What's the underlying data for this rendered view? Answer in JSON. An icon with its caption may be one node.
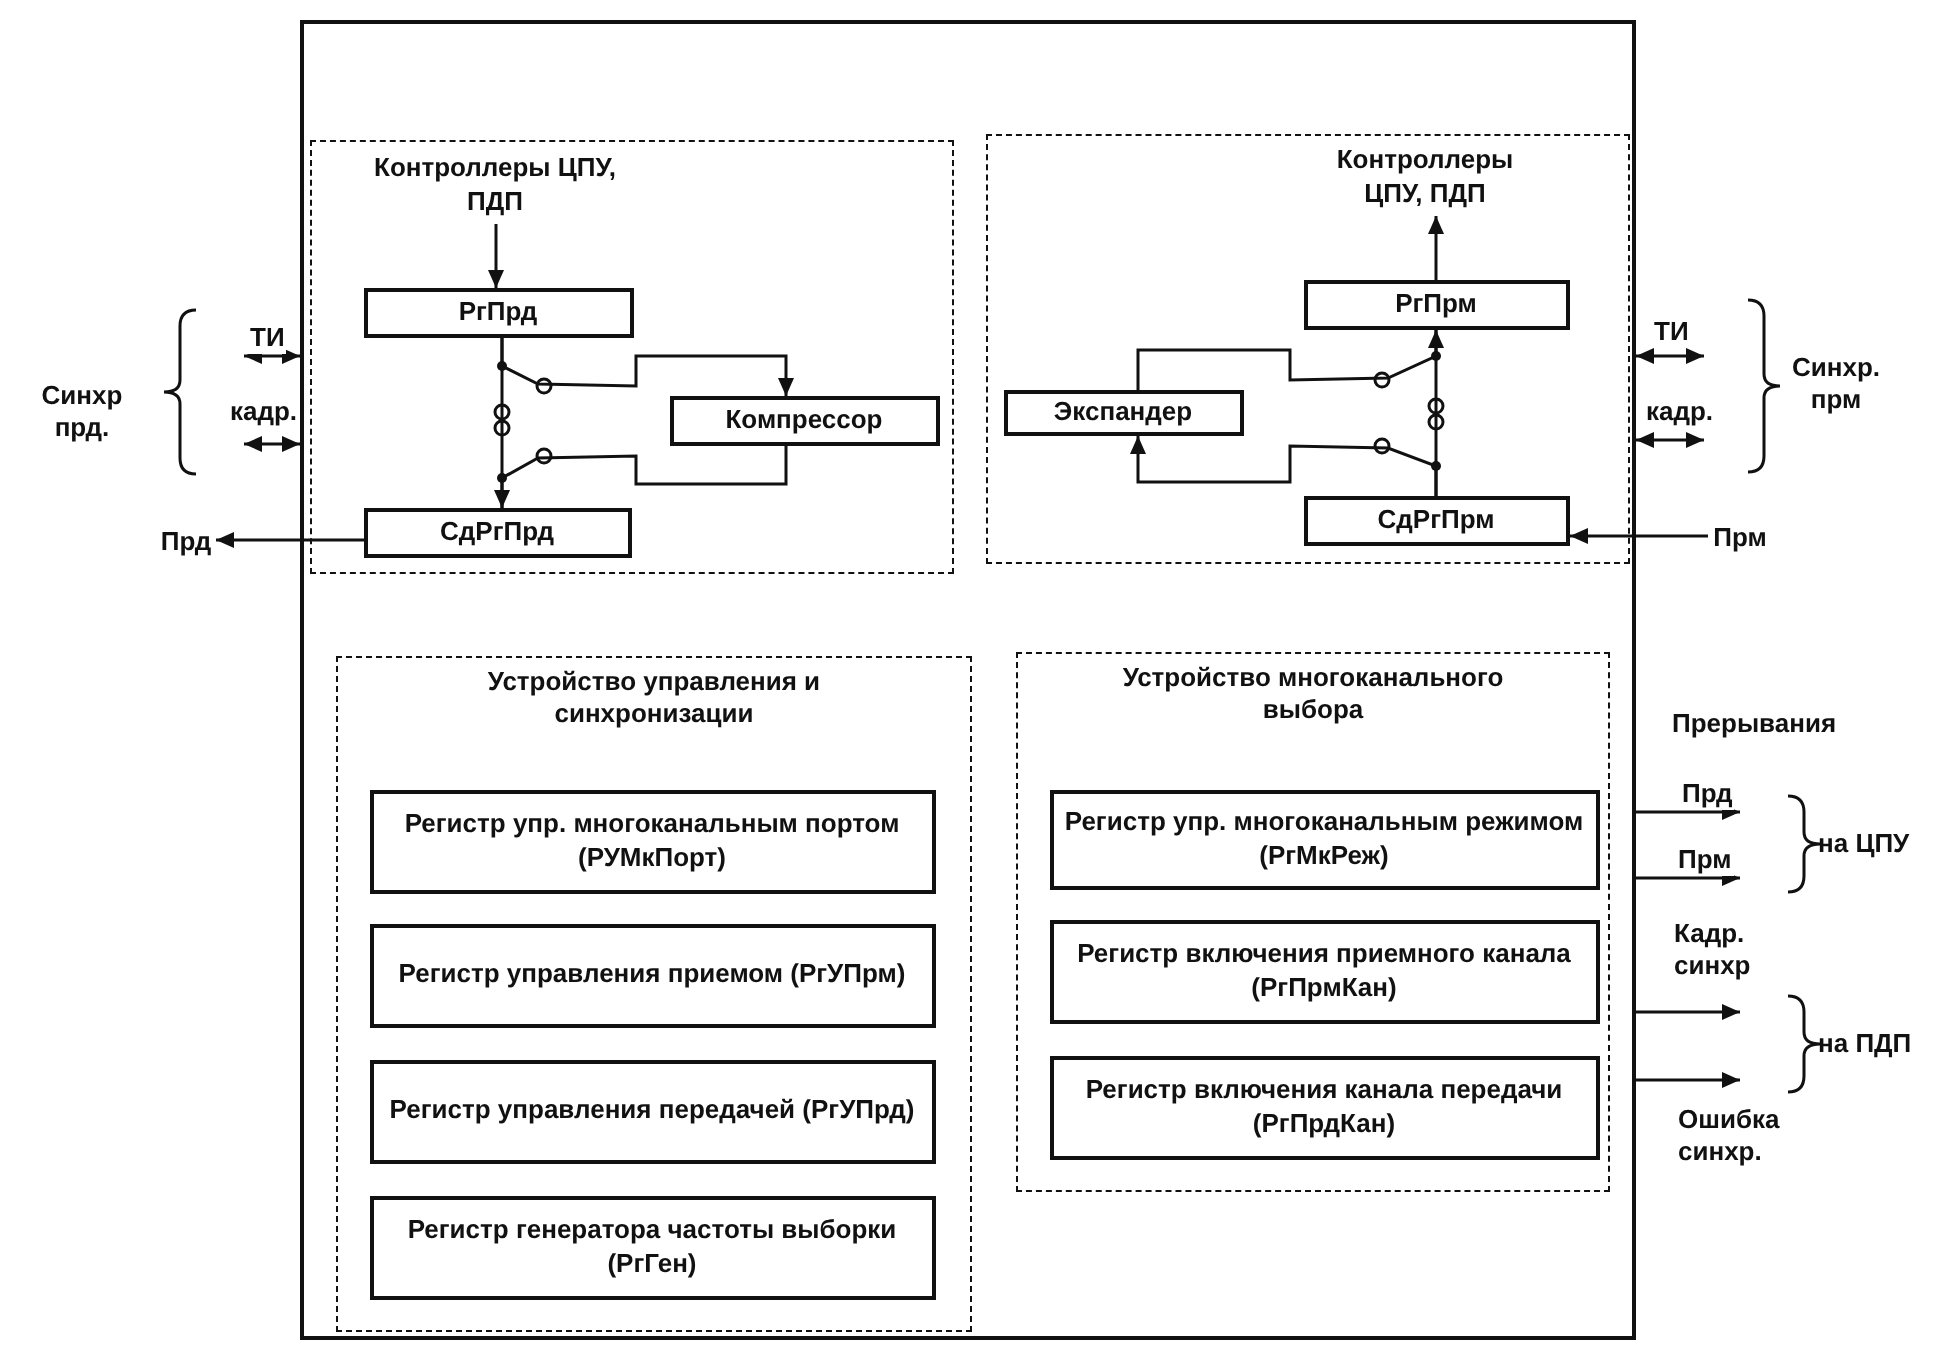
{
  "diagram": {
    "nodes": [
      {
        "text": [],
        "shape": "box"
      },
      {
        "text": [],
        "shape": "box",
        "in": 0
      },
      {
        "text": [
          "Контроллеры ЦПУ, ПДП"
        ],
        "in": 1
      },
      {
        "text": [
          "РгПрд"
        ],
        "in": 1
      },
      {
        "text": [
          "Компрессор"
        ],
        "in": 1
      },
      {
        "text": [
          "СдРгПрд"
        ],
        "in": 1
      },
      {
        "text": [],
        "shape": "box",
        "in": 0
      },
      {
        "text": [
          "Контроллеры ЦПУ, ПДП"
        ],
        "in": 6
      },
      {
        "text": [
          "РгПрм"
        ],
        "in": 6
      },
      {
        "text": [
          "Экспандер"
        ],
        "in": 6
      },
      {
        "text": [
          "СдРгПрм"
        ],
        "in": 6
      },
      {
        "text": [
          "Прд"
        ]
      },
      {
        "text": [
          "Прм"
        ]
      },
      {
        "text": [
          "Устройство управления и синхронизации"
        ],
        "in": 0
      },
      {
        "text": [
          "Регистр упр. многоканальным портом (РУМкПорт)"
        ],
        "in": 13
      },
      {
        "text": [
          "Регистр управления приемом (РгУПрм)"
        ],
        "in": 13
      },
      {
        "text": [
          "Регистр управления передачей (РгУПрд)"
        ],
        "in": 13
      },
      {
        "text": [
          "Регистр генератора частоты выборки (РгГен)"
        ],
        "in": 13
      },
      {
        "text": [
          "Устройство многоканального выбора"
        ],
        "in": 0
      },
      {
        "text": [
          "Регистр упр. многоканальным режимом (РгМкРеж)"
        ],
        "in": 18
      },
      {
        "text": [
          "Регистр включения приемного канала (РгПрмКан)"
        ],
        "in": 18
      },
      {
        "text": [
          "Регистр включения канала передачи (РгПрдКан)"
        ],
        "in": 18
      }
    ],
    "edges": [
      {
        "from": 2,
        "to": 3,
        "arrow": "to"
      },
      {
        "from": 3,
        "to": 4,
        "arrow": "to"
      },
      {
        "from": 4,
        "to": 5,
        "arrow": "to"
      },
      {
        "from": 3,
        "to": 5,
        "arrow": "none"
      },
      {
        "from": 5,
        "to": 11,
        "arrow": "to"
      },
      {
        "from": null,
        "to": 0,
        "arrow": "both",
        "label": "ТИ"
      },
      {
        "from": null,
        "to": 0,
        "arrow": "both",
        "label": "кадр."
      },
      {
        "from": 8,
        "to": 7,
        "arrow": "to"
      },
      {
        "from": 10,
        "to": 8,
        "arrow": "none"
      },
      {
        "from": 10,
        "to": 9,
        "arrow": "to"
      },
      {
        "from": 9,
        "to": 8,
        "arrow": "to"
      },
      {
        "from": 12,
        "to": 10,
        "arrow": "to"
      },
      {
        "from": 0,
        "to": null,
        "arrow": "both",
        "label": "ТИ"
      },
      {
        "from": 0,
        "to": null,
        "arrow": "both",
        "label": "кадр."
      },
      {
        "from": 0,
        "to": null,
        "arrow": "to",
        "label": "Прд"
      },
      {
        "from": 0,
        "to": null,
        "arrow": "to",
        "label": "Прм"
      },
      {
        "from": 0,
        "to": null,
        "arrow": "to",
        "label": "Кадр. синхр"
      },
      {
        "from": 0,
        "to": null,
        "arrow": "to",
        "label": "Ошибка синхр."
      }
    ],
    "labels": [
      "Синхр прд.",
      "Синхр. прм",
      "Прерывания",
      "на ЦПУ",
      "на ПДП"
    ]
  }
}
